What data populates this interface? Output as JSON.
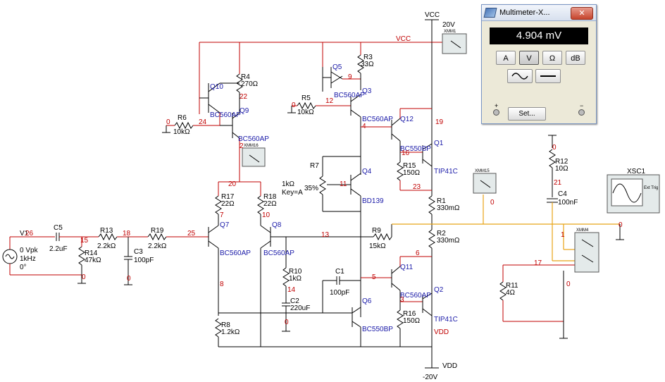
{
  "multimeter": {
    "title": "Multimeter-X...",
    "close_label": "✕",
    "reading": "4.904 mV",
    "buttons": [
      "A",
      "V",
      "Ω",
      "dB"
    ],
    "selected_button": "V",
    "set_label": "Set...",
    "plus_label": "+",
    "minus_label": "−"
  },
  "rails": {
    "vcc_top": "VCC",
    "vcc_value": "20V",
    "vcc_line": "VCC",
    "vdd_bottom": "VDD",
    "vdd_value": "-20V",
    "vdd_line": "VDD"
  },
  "source": {
    "name": "V1",
    "amplitude": "0 Vpk",
    "freq": "1kHz",
    "phase": "0°"
  },
  "components": {
    "C5": {
      "ref": "C5",
      "val": "2.2uF"
    },
    "R14": {
      "ref": "R14",
      "val": "47kΩ"
    },
    "R13": {
      "ref": "R13",
      "val": "2.2kΩ"
    },
    "C3": {
      "ref": "C3",
      "val": "100pF"
    },
    "R19": {
      "ref": "R19",
      "val": "2.2kΩ"
    },
    "R6": {
      "ref": "R6",
      "val": "10kΩ"
    },
    "R4": {
      "ref": "R4",
      "val": "270Ω"
    },
    "Q10": {
      "ref": "Q10"
    },
    "Q9": {
      "ref": "Q9",
      "model": "BC560AP"
    },
    "Q9b": {
      "model": "BC560AP"
    },
    "R17": {
      "ref": "R17",
      "val": "22Ω"
    },
    "R18": {
      "ref": "R18",
      "val": "22Ω"
    },
    "Q7": {
      "ref": "Q7",
      "model": "BC560AP"
    },
    "Q8": {
      "ref": "Q8",
      "model": "BC560AP"
    },
    "R8": {
      "ref": "R8",
      "val": "1.2kΩ"
    },
    "R10": {
      "ref": "R10",
      "val": "1kΩ"
    },
    "C2": {
      "ref": "C2",
      "val": "220uF"
    },
    "R5": {
      "ref": "R5",
      "val": "10kΩ"
    },
    "Q5": {
      "ref": "Q5"
    },
    "Q5b": {
      "model": "BC560AP"
    },
    "R3": {
      "ref": "R3",
      "val": "33Ω"
    },
    "Q3": {
      "ref": "Q3",
      "model": "BC560AP"
    },
    "R7": {
      "ref": "R7",
      "val": "1kΩ",
      "key": "Key=A",
      "pct": "35%"
    },
    "Q4": {
      "ref": "Q4",
      "model": "BD139"
    },
    "R9": {
      "ref": "R9",
      "val": "15kΩ"
    },
    "C1": {
      "ref": "C1",
      "val": "100pF"
    },
    "Q6": {
      "ref": "Q6",
      "model": "BC550BP"
    },
    "Q12": {
      "ref": "Q12",
      "model": "BC550BP"
    },
    "R15": {
      "ref": "R15",
      "val": "150Ω"
    },
    "Q1": {
      "ref": "Q1",
      "model": "TIP41C"
    },
    "R1": {
      "ref": "R1",
      "val": "330mΩ"
    },
    "R2": {
      "ref": "R2",
      "val": "330mΩ"
    },
    "Q11": {
      "ref": "Q11",
      "model": "BC560AP"
    },
    "R16": {
      "ref": "R16",
      "val": "150Ω"
    },
    "Q2": {
      "ref": "Q2",
      "model": "TIP41C"
    },
    "R12": {
      "ref": "R12",
      "val": "10Ω"
    },
    "C4": {
      "ref": "C4",
      "val": "100nF"
    },
    "R11": {
      "ref": "R11",
      "val": "4Ω"
    }
  },
  "instruments": {
    "XMM1": "XMM1",
    "XMM16": "XMM16",
    "XMM15": "XMM15",
    "XMM4": "XMM4",
    "XSC1": "XSC1",
    "ext_trig": "Ext Trig"
  },
  "nets": {
    "n26": "26",
    "n15": "15",
    "n18": "18",
    "n25": "25",
    "n0a": "0",
    "n0b": "0",
    "n0c": "0",
    "n24": "24",
    "n22": "22",
    "n2": "2",
    "n20": "20",
    "n7": "7",
    "n10": "10",
    "n8": "8",
    "n13": "13",
    "n14": "14",
    "n0d": "0",
    "n9": "9",
    "n12": "12",
    "n4": "4",
    "n11": "11",
    "n16": "16",
    "n19": "19",
    "n23": "23",
    "n0e": "0",
    "n5": "5",
    "n6": "6",
    "n3": "3",
    "n0f": "0",
    "n21": "21",
    "n1": "1",
    "n0g": "0",
    "n17": "17",
    "n0h": "0"
  }
}
